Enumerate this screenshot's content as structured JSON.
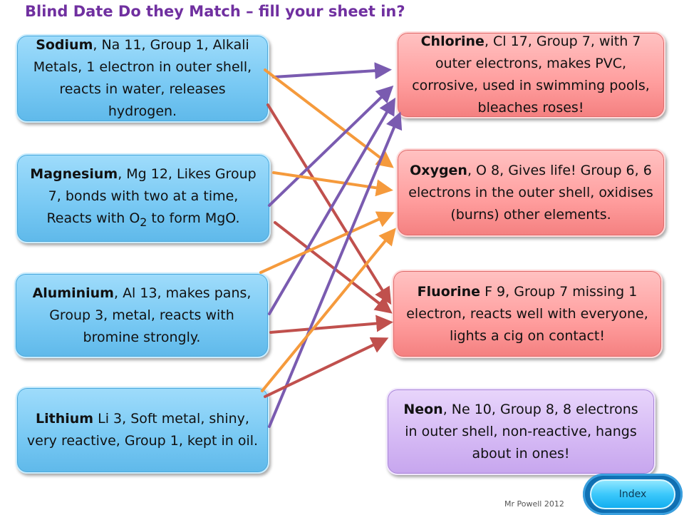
{
  "title": "Blind Date Do they Match – fill your sheet in?",
  "left_boxes": [
    {
      "name": "Sodium",
      "text": ", Na 11, Group 1, Alkali Metals, 1 electron in outer shell, reacts in water, releases hydrogen."
    },
    {
      "name": "Magnesium",
      "text_before": ", Mg 12, Likes Group 7, bonds with two at a time, Reacts with O",
      "subscript": "2",
      "text_after": " to form MgO."
    },
    {
      "name": "Aluminium",
      "text": ", Al 13, makes pans, Group 3, metal, reacts with bromine strongly."
    },
    {
      "name": "Lithium",
      "text": " Li 3, Soft metal, shiny, very reactive, Group 1, kept in oil."
    }
  ],
  "right_boxes": [
    {
      "name": "Chlorine",
      "text": ", Cl 17, Group 7, with 7 outer electrons, makes PVC, corrosive, used in swimming pools, bleaches roses!"
    },
    {
      "name": "Oxygen",
      "text": ", O 8, Gives life! Group 6, 6 electrons in the outer shell, oxidises (burns) other elements."
    },
    {
      "name": "Fluorine",
      "text": " F 9, Group 7 missing 1 electron, reacts well with everyone, lights a cig on contact!"
    },
    {
      "name": "Neon",
      "text": ", Ne 10, Group 8, 8 electrons in outer shell, non-reactive, hangs about in ones!"
    }
  ],
  "colors": {
    "title": "#7030a0",
    "arrow_purple": "#7a5bb0",
    "arrow_orange": "#f59a3c",
    "arrow_red": "#c0504d"
  },
  "footer": "Mr Powell 2012",
  "index_button": "Index"
}
